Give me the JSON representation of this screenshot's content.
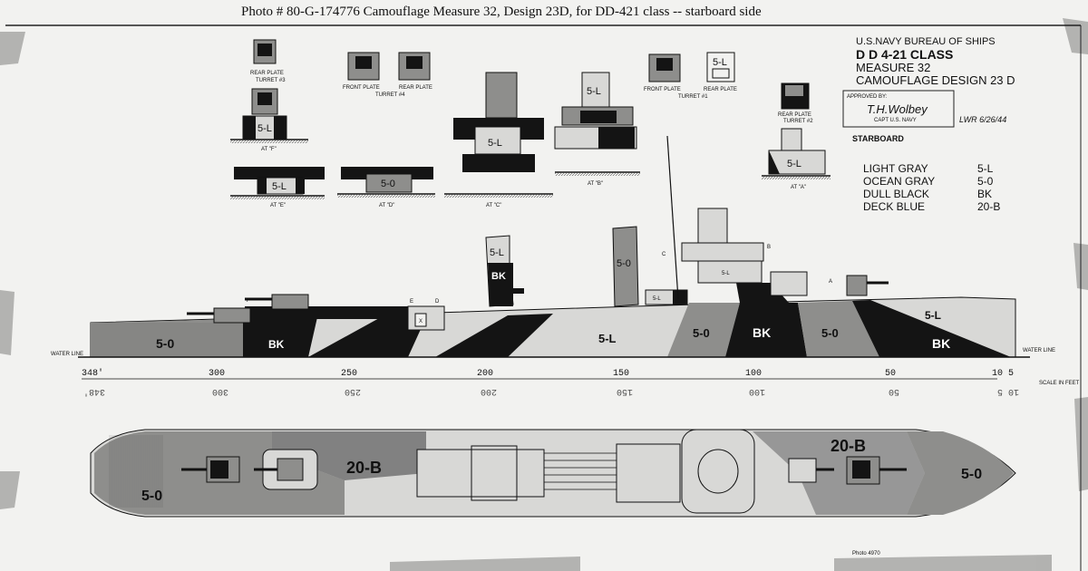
{
  "caption": "Photo #  80-G-174776      Camouflage Measure 32, Design 23D, for DD-421 class -- starboard side",
  "title_block": {
    "line1": "U.S.NAVY   BUREAU  OF  SHIPS",
    "line2": "D D  4-21  CLASS",
    "line3": "MEASURE  32",
    "line4": "CAMOUFLAGE  DESIGN  23 D",
    "approved": "APPROVED BY:",
    "signature": "T.H.Wolbey",
    "rank": "CAPT U.S. NAVY",
    "initials": "LWR   6/26/44",
    "view": "STARBOARD"
  },
  "legend": [
    {
      "name": "LIGHT  GRAY",
      "code": "5-L"
    },
    {
      "name": "OCEAN  GRAY",
      "code": "5-0"
    },
    {
      "name": "DULL  BLACK",
      "code": "BK"
    },
    {
      "name": "DECK  BLUE",
      "code": "20-B"
    }
  ],
  "colors": {
    "light_gray": "#d8d8d6",
    "ocean_gray": "#8e8e8c",
    "dull_black": "#141414",
    "deck_blue": "#6c6c6c",
    "paper": "#f2f2f0"
  },
  "details": {
    "turret3_plate": "REAR PLATE",
    "turret3": "TURRET #3",
    "turret4_front": "FRONT PLATE",
    "turret4_rear": "REAR PLATE",
    "turret4": "TURRET #4",
    "turret1_front": "FRONT PLATE",
    "turret1_rear": "REAR PLATE",
    "turret1": "TURRET #1",
    "turret2_plate": "REAR PLATE",
    "turret2": "TURRET #2",
    "at_f": "AT \"F\"",
    "at_e": "AT \"E\"",
    "at_d": "AT \"D\"",
    "at_c": "AT \"C\"",
    "at_b": "AT \"B\"",
    "at_a": "AT \"A\"",
    "code_5l": "5-L",
    "code_5o": "5-0"
  },
  "profile": {
    "labels": {
      "oceangray_aft": "5-0",
      "black_aft": "BK",
      "lightgray_mid": "5-L",
      "ocean_fwd1": "5-0",
      "black_fwd1": "BK",
      "ocean_fwd2": "5-0",
      "black_bow": "BK",
      "light_bow": "5-L",
      "funnel_aft_5l": "5-L",
      "funnel_aft_bk": "BK",
      "funnel_fwd": "5-0",
      "bridge_5l": "5-L",
      "deck_5l": "5-L",
      "marker_f": "F",
      "marker_e": "E",
      "marker_d": "D",
      "marker_c": "C",
      "marker_b": "B",
      "marker_a": "A",
      "hatch_x": "X"
    },
    "waterline_left": "WATER LINE",
    "waterline_right": "WATER LINE"
  },
  "scale": {
    "ticks": [
      "348'",
      "300",
      "250",
      "200",
      "150",
      "100",
      "50",
      "10  5"
    ],
    "ticks_mirror": [
      "348'",
      "300",
      "250",
      "200",
      "150",
      "100",
      "50",
      "10  5"
    ],
    "label": "SCALE IN FEET"
  },
  "plan": {
    "deck_blue_aft": "20-B",
    "deck_blue_fwd": "20-B",
    "ocean_stern": "5-0",
    "ocean_bow": "5-0"
  },
  "footnote": "Photo 4970"
}
